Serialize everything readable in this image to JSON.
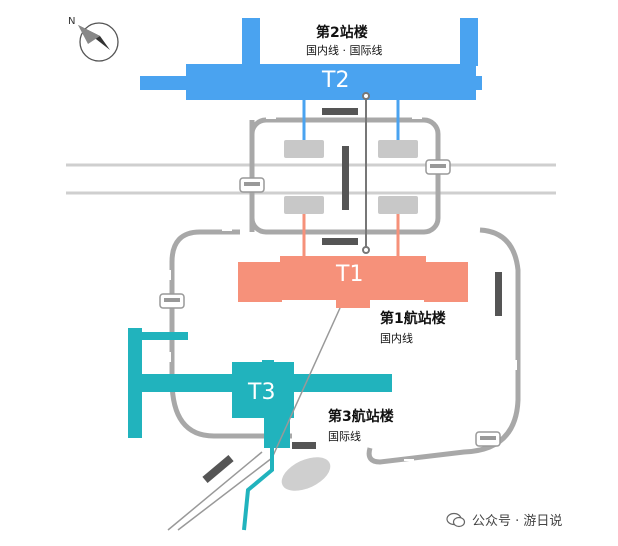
{
  "terminals": {
    "t2": {
      "code": "T2",
      "name": "第2站楼",
      "service": "国内线 · 国际线"
    },
    "t1": {
      "code": "T1",
      "name": "第1航站楼",
      "service": "国内线"
    },
    "t3": {
      "code": "T3",
      "name": "第3航站楼",
      "service": "国际线"
    }
  },
  "watermark": {
    "text": "公众号 · 游日说",
    "icon": "wechat-icon"
  },
  "icons": {
    "compass": "north-arrow-icon",
    "bus": "shuttle-bus-icon",
    "rail": "monorail-track-icon"
  },
  "colors": {
    "t2": "#4aa3f0",
    "t1": "#f6917a",
    "t3": "#21b3bd",
    "road": "#a8a8a8",
    "track": "#555555",
    "station": "#c8c8c8"
  }
}
